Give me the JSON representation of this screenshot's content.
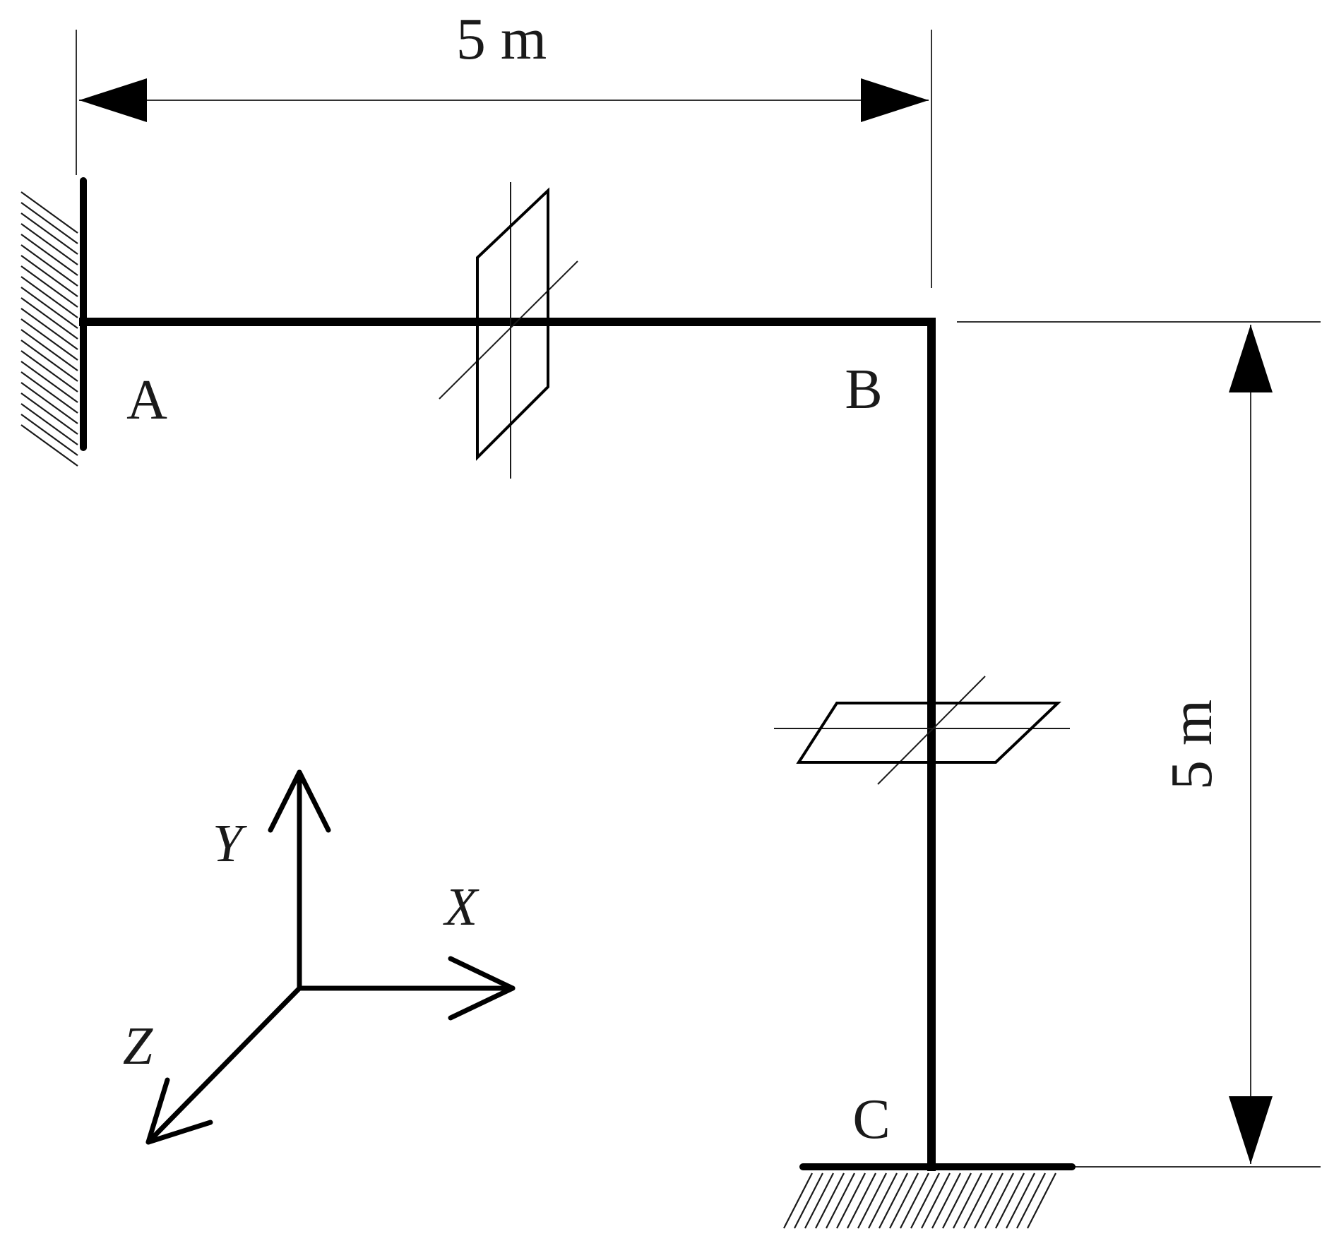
{
  "dimensions": {
    "horizontal": "5 m",
    "vertical": "5 m"
  },
  "nodes": {
    "a": "A",
    "b": "B",
    "c": "C"
  },
  "axes": {
    "x": "X",
    "y": "Y",
    "z": "Z"
  }
}
